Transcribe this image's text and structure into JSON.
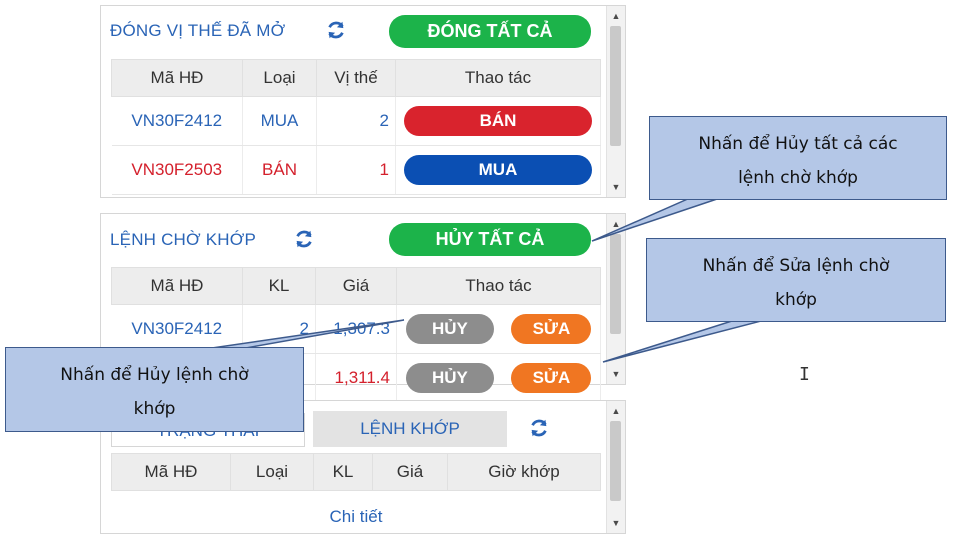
{
  "open_positions": {
    "title": "ĐÓNG VỊ THẾ ĐÃ MỞ",
    "close_all_label": "ĐÓNG TẤT CẢ",
    "columns": [
      "Mã HĐ",
      "Loại",
      "Vị thế",
      "Thao tác"
    ],
    "rows": [
      {
        "code": "VN30F2412",
        "type": "MUA",
        "position": "2",
        "action": "BÁN",
        "action_color": "#d9232d",
        "text_color": "#2a64b6"
      },
      {
        "code": "VN30F2503",
        "type": "BÁN",
        "position": "1",
        "action": "MUA",
        "action_color": "#0b4fb3",
        "text_color": "#d4202c"
      }
    ]
  },
  "pending_orders": {
    "title": "LỆNH CHỜ KHỚP",
    "cancel_all_label": "HỦY TẤT CẢ",
    "columns": [
      "Mã HĐ",
      "KL",
      "Giá",
      "Thao tác"
    ],
    "rows": [
      {
        "code": "VN30F2412",
        "qty": "2",
        "price": "1,307.3",
        "cancel": "HỦY",
        "edit": "SỬA",
        "text_color": "#2a64b6"
      },
      {
        "code": "",
        "qty": "",
        "price": "1,311.4",
        "cancel": "HỦY",
        "edit": "SỬA",
        "text_color": "#d4202c"
      }
    ]
  },
  "matched": {
    "tab_status": "TRẠNG THÁI",
    "tab_matched": "LỆNH KHỚP",
    "columns": [
      "Mã HĐ",
      "Loại",
      "KL",
      "Giá",
      "Giờ khớp"
    ],
    "detail_link": "Chi tiết"
  },
  "callouts": {
    "cancel_all": "Nhấn để Hủy tất cả các lệnh chờ khớp",
    "edit": "Nhấn để Sửa lệnh chờ khớp",
    "cancel": "Nhấn để Hủy lệnh chờ khớp"
  },
  "colors": {
    "accent": "#2a64b6",
    "green": "#1cb34a",
    "red": "#d9232d",
    "blue_button": "#0b4fb3",
    "gray_button": "#8d8d8d",
    "orange": "#f07622",
    "callout": "#b4c7e7"
  }
}
